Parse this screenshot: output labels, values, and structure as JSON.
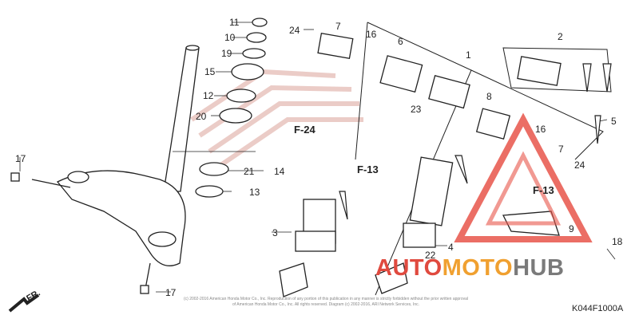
{
  "callouts": [
    "1",
    "2",
    "3",
    "4",
    "5",
    "6",
    "7",
    "7",
    "8",
    "9",
    "10",
    "11",
    "12",
    "13",
    "14",
    "15",
    "16",
    "16",
    "17",
    "17",
    "18",
    "19",
    "20",
    "21",
    "22",
    "23",
    "24",
    "24"
  ],
  "references": {
    "f24": "F-24",
    "f13_left": "F-13",
    "f13_right": "F-13"
  },
  "direction_label": "FR.",
  "diagram_code": "K044F1000A",
  "copyright": "(c) 2002-2016 American Honda Motor Co., Inc. Reproduction of any portion of this publication in any manner is strictly forbidden without the prior written approval of American Honda Motor Co., Inc. All rights reserved. Diagram (c) 2002-2016, ARI Network Services, Inc.",
  "watermark": {
    "part1": "AUTO",
    "part2": "MOTO",
    "part3": "HUB"
  },
  "colors": {
    "line": "#222222",
    "triangle": "#e8554a",
    "logo": "#e9c7c2"
  }
}
